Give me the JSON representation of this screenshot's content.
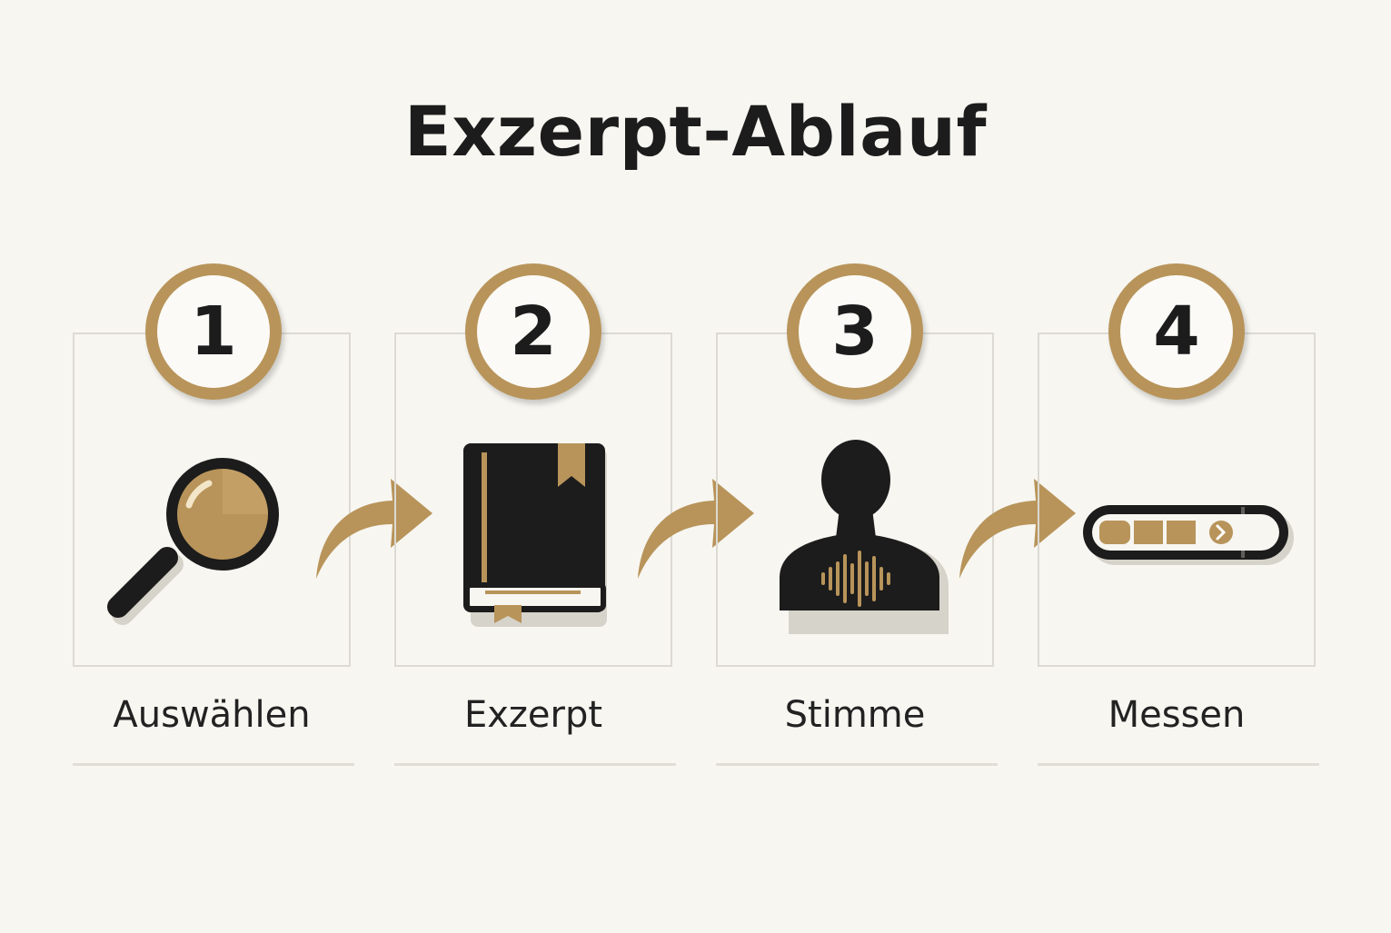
{
  "title": "Exzerpt-Ablauf",
  "colors": {
    "accent": "#b8945a",
    "dark": "#1c1c1c",
    "background": "#f7f6f1"
  },
  "steps": [
    {
      "number": "1",
      "label": "Auswählen",
      "icon": "magnifying-glass-icon"
    },
    {
      "number": "2",
      "label": "Exzerpt",
      "icon": "book-icon"
    },
    {
      "number": "3",
      "label": "Stimme",
      "icon": "person-voice-icon"
    },
    {
      "number": "4",
      "label": "Messen",
      "icon": "progress-bar-icon"
    }
  ]
}
